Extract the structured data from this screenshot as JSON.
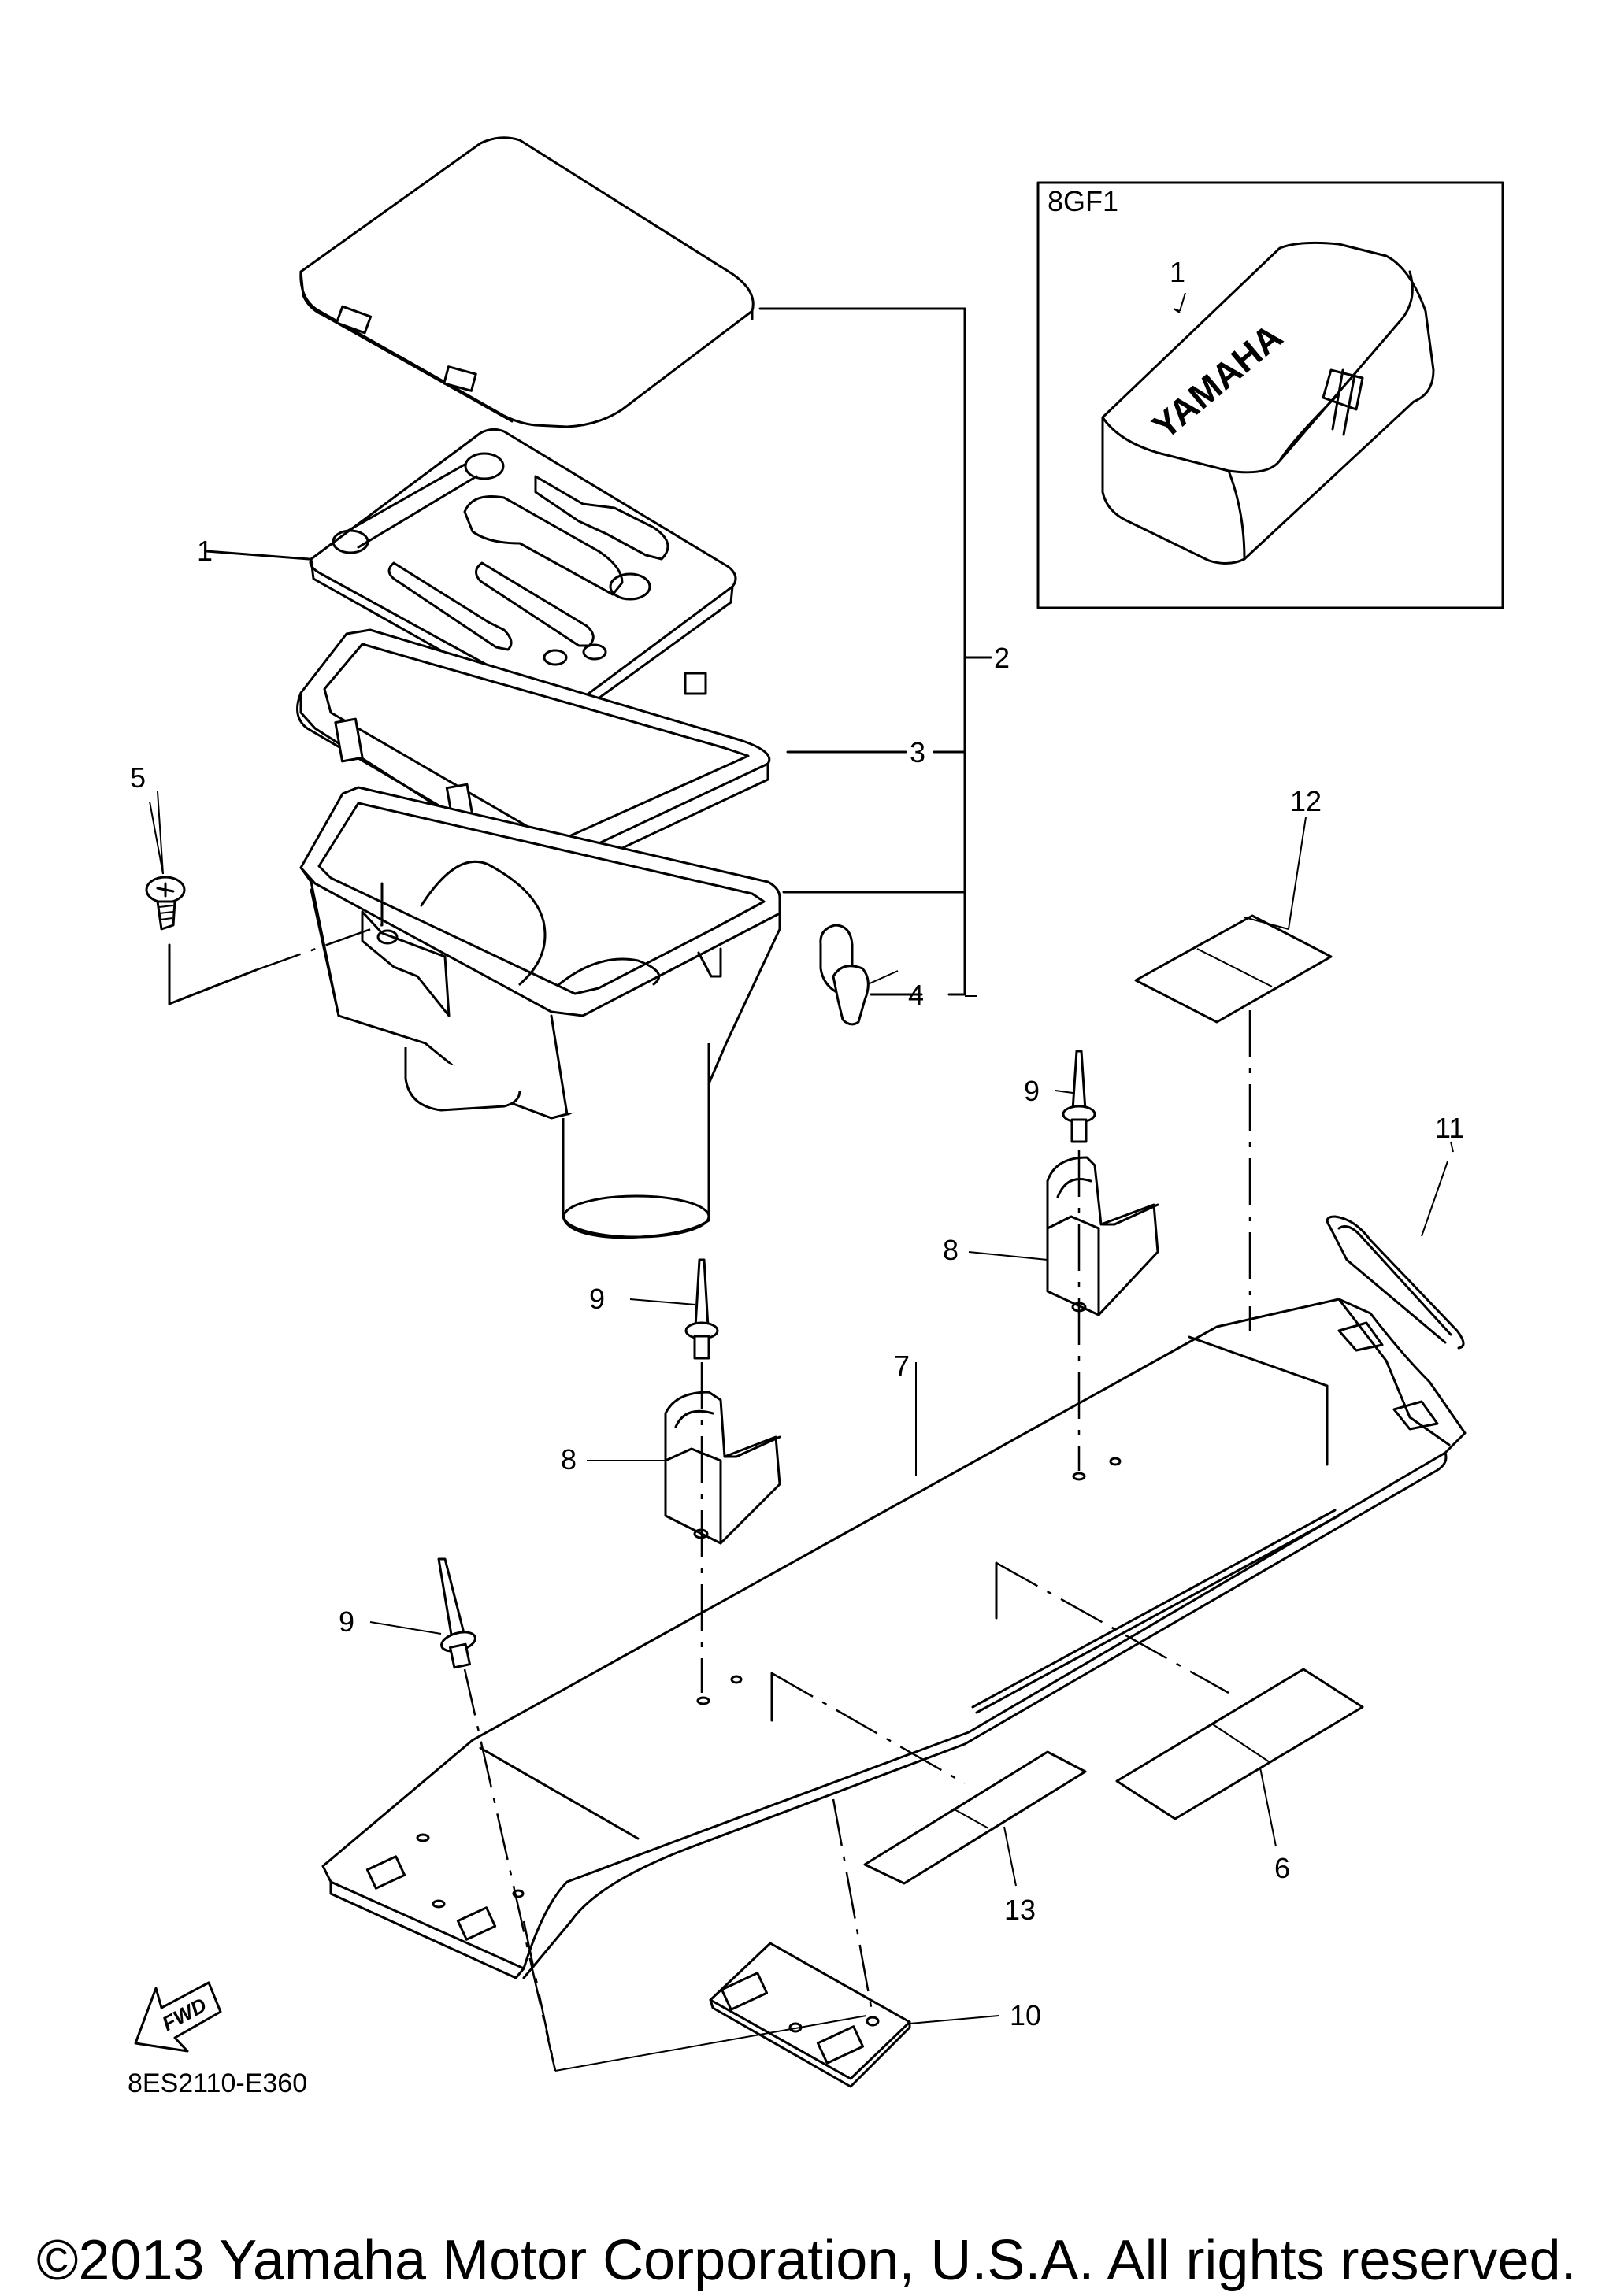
{
  "diagram": {
    "drawing_code": "8ES2110-E360",
    "copyright": "©2013 Yamaha Motor Corporation, U.S.A. All rights reserved.",
    "fwd_badge": "FWD",
    "inset": {
      "code": "8GF1",
      "part_label": "1",
      "brand_text": "YAMAHA"
    },
    "callouts": {
      "tool_kit": "1",
      "storage_box_assy": "2",
      "seal": "3",
      "clip": "4",
      "screw": "5",
      "label_6": "6",
      "plate": "7",
      "bracket_upper": "8",
      "bracket_lower": "8",
      "rivet_upper": "9",
      "rivet_middle": "9",
      "rivet_lower": "9",
      "damper_plate": "10",
      "band": "11",
      "label_12": "12",
      "label_13": "13"
    }
  }
}
